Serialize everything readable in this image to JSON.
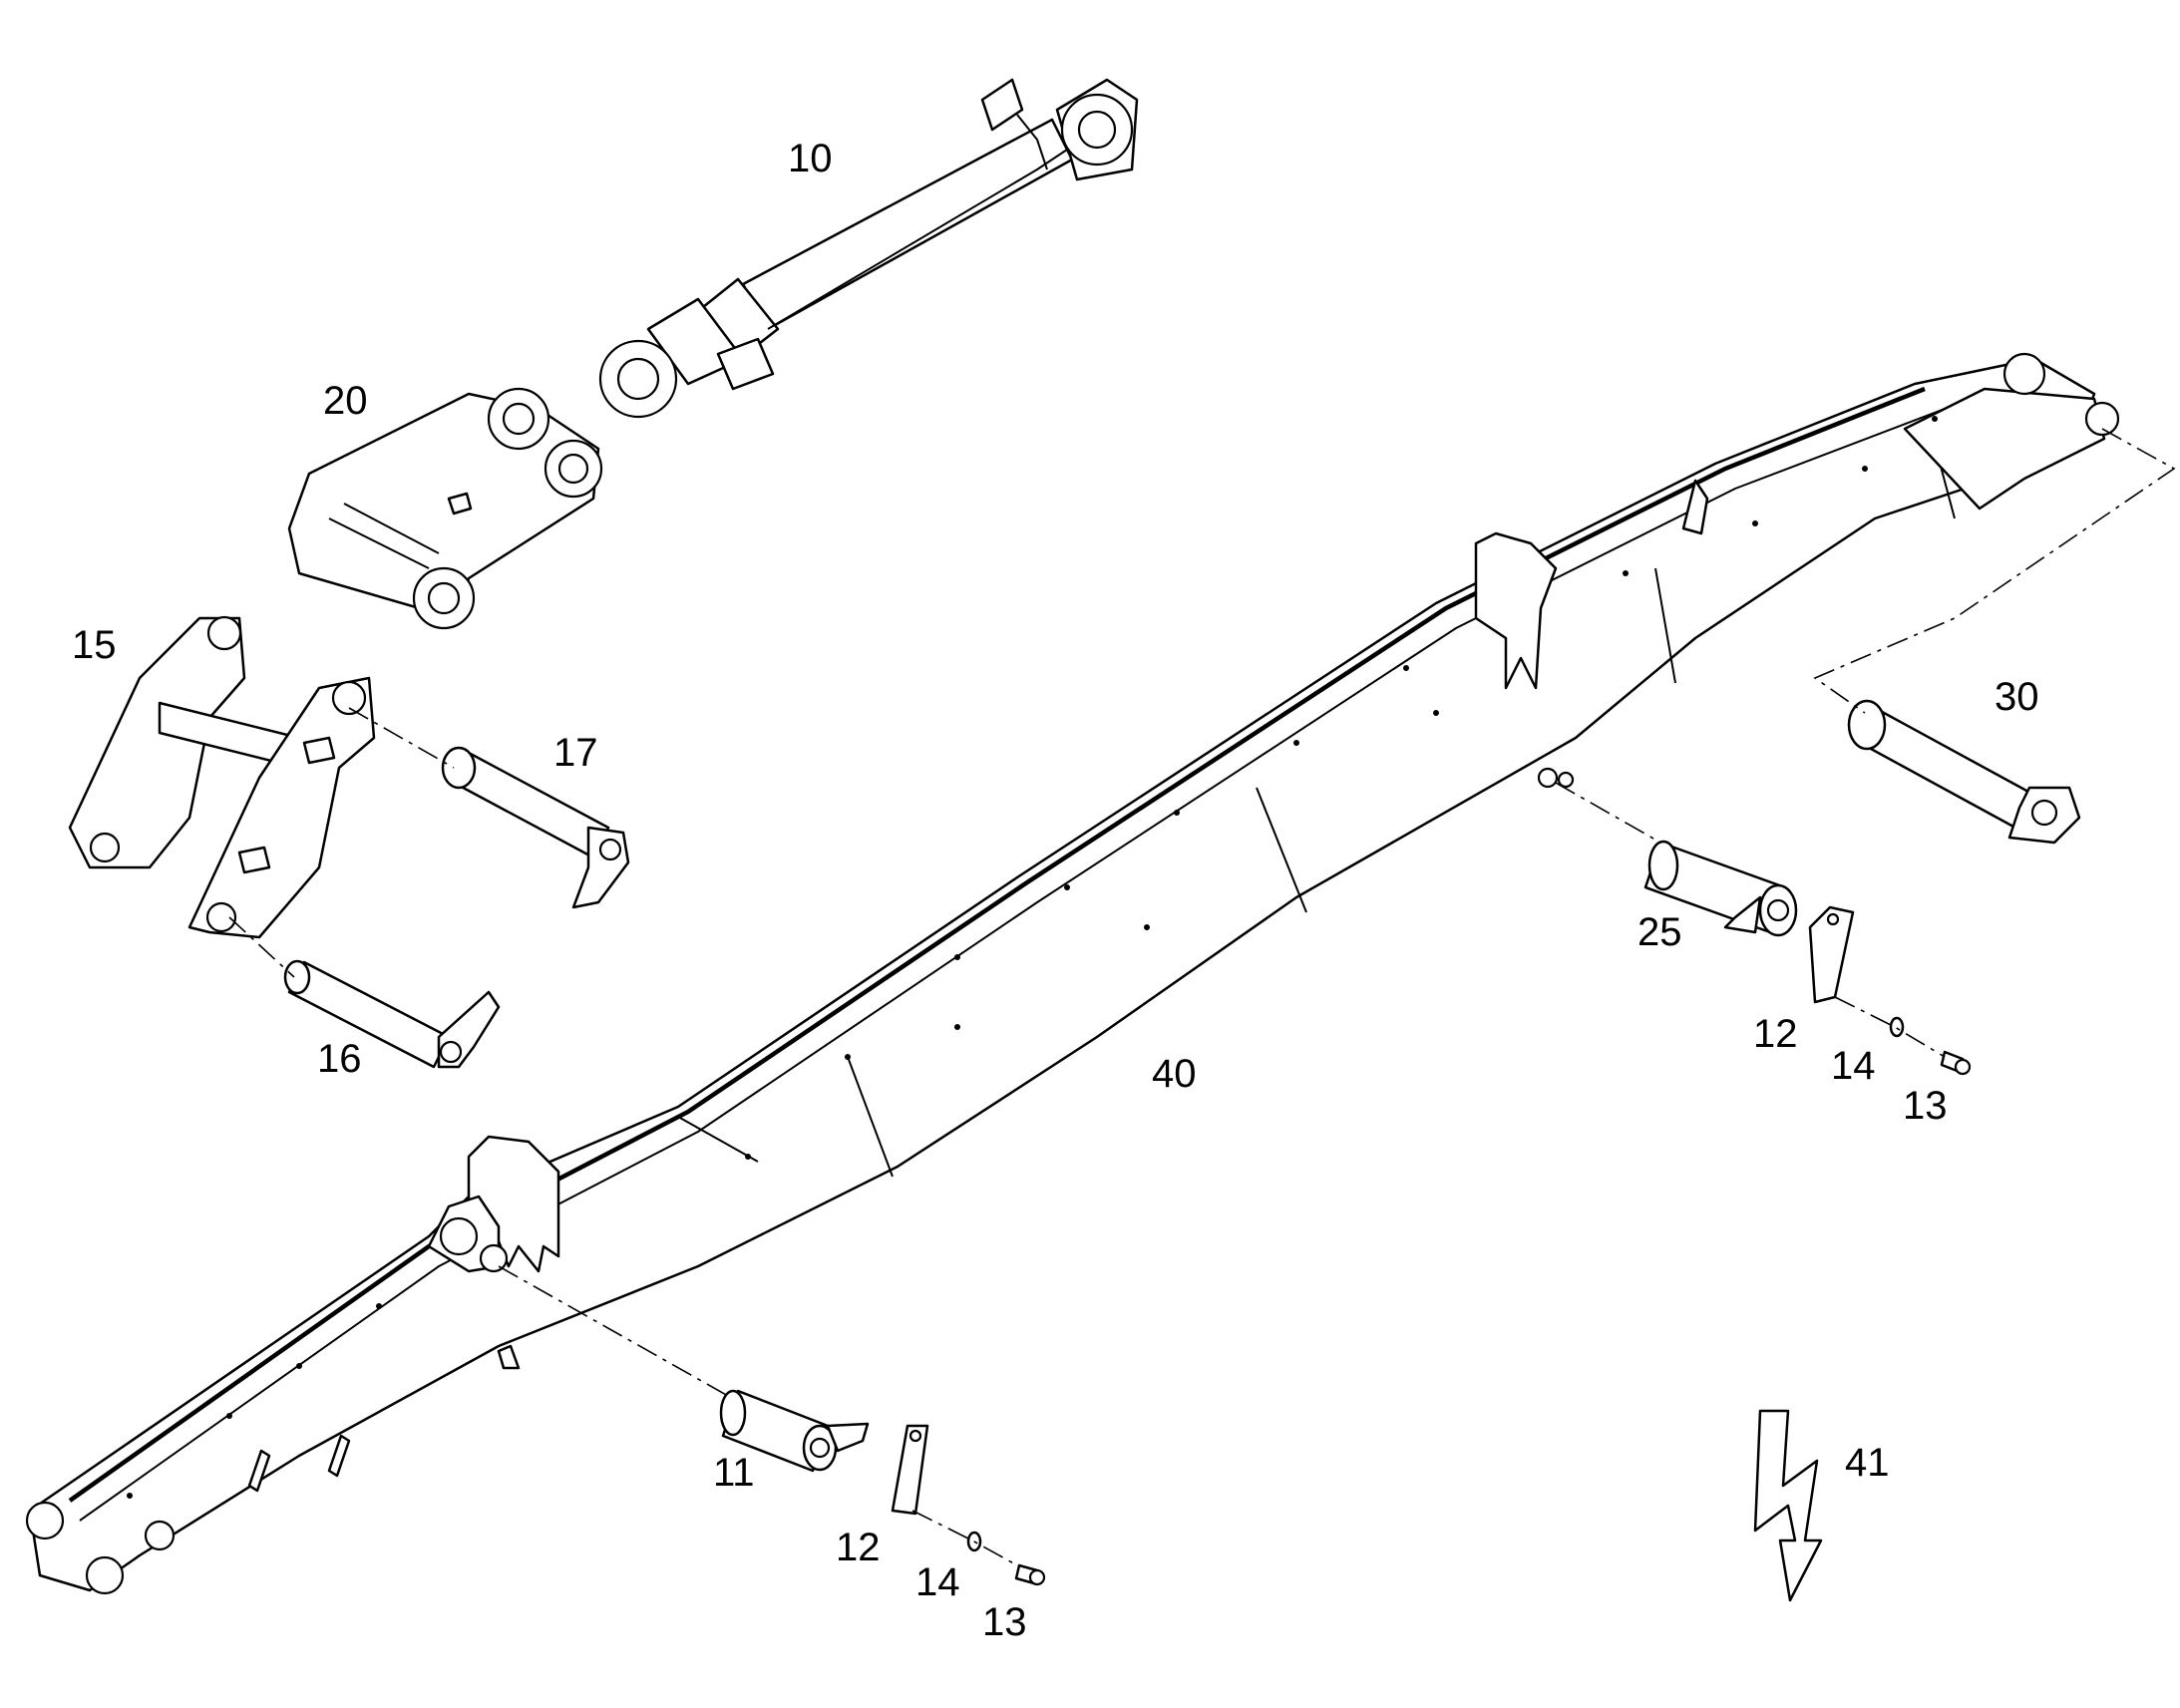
{
  "callouts": {
    "c10": "10",
    "c20": "20",
    "c15": "15",
    "c17": "17",
    "c16": "16",
    "c30": "30",
    "c25": "25",
    "c12a": "12",
    "c14a": "14",
    "c13a": "13",
    "c40": "40",
    "c11": "11",
    "c12b": "12",
    "c14b": "14",
    "c13b": "13",
    "c41": "41"
  },
  "icons": {
    "arrow": "lightning-arrow-icon"
  }
}
